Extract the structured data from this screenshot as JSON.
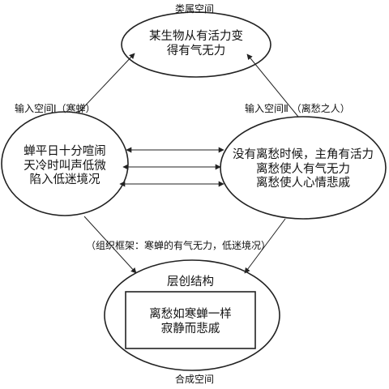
{
  "generic_space": {
    "label": "类属空间",
    "lines": [
      "某生物从有活力变",
      "得有气无力"
    ]
  },
  "input_space_1": {
    "label": "输入空间Ⅰ（寒蝉）",
    "lines": [
      "蝉平日十分喧闹",
      "天冷时叫声低微",
      "陷入低迷境况"
    ]
  },
  "input_space_2": {
    "label": "输入空间Ⅱ （离愁之人）",
    "lines": [
      "没有离愁时候，主角有活力",
      "离愁使人有气无力",
      "离愁使人心情悲戚"
    ]
  },
  "organizing_frame": "（组织框架：寒蝉的有气无力，低迷境况）",
  "blended_space": {
    "label": "合成空间",
    "structure_label": "层创结构",
    "lines": [
      "离愁如寒蝉一样",
      "寂静而悲戚"
    ]
  }
}
